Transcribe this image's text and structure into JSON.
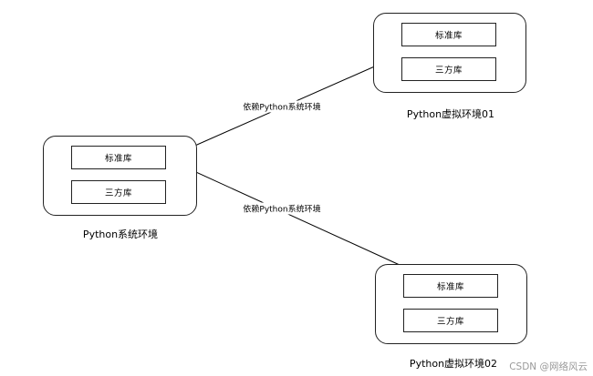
{
  "system_env": {
    "title": "Python系统环境",
    "standard_lib": "标准库",
    "third_party_lib": "三方库"
  },
  "venv1": {
    "title": "Python虚拟环境01",
    "standard_lib": "标准库",
    "third_party_lib": "三方库"
  },
  "venv2": {
    "title": "Python虚拟环境02",
    "standard_lib": "标准库",
    "third_party_lib": "三方库"
  },
  "edges": {
    "venv1_label": "依赖Python系统环境",
    "venv2_label": "依赖Python系统环境"
  },
  "watermark": "CSDN @网络风云"
}
